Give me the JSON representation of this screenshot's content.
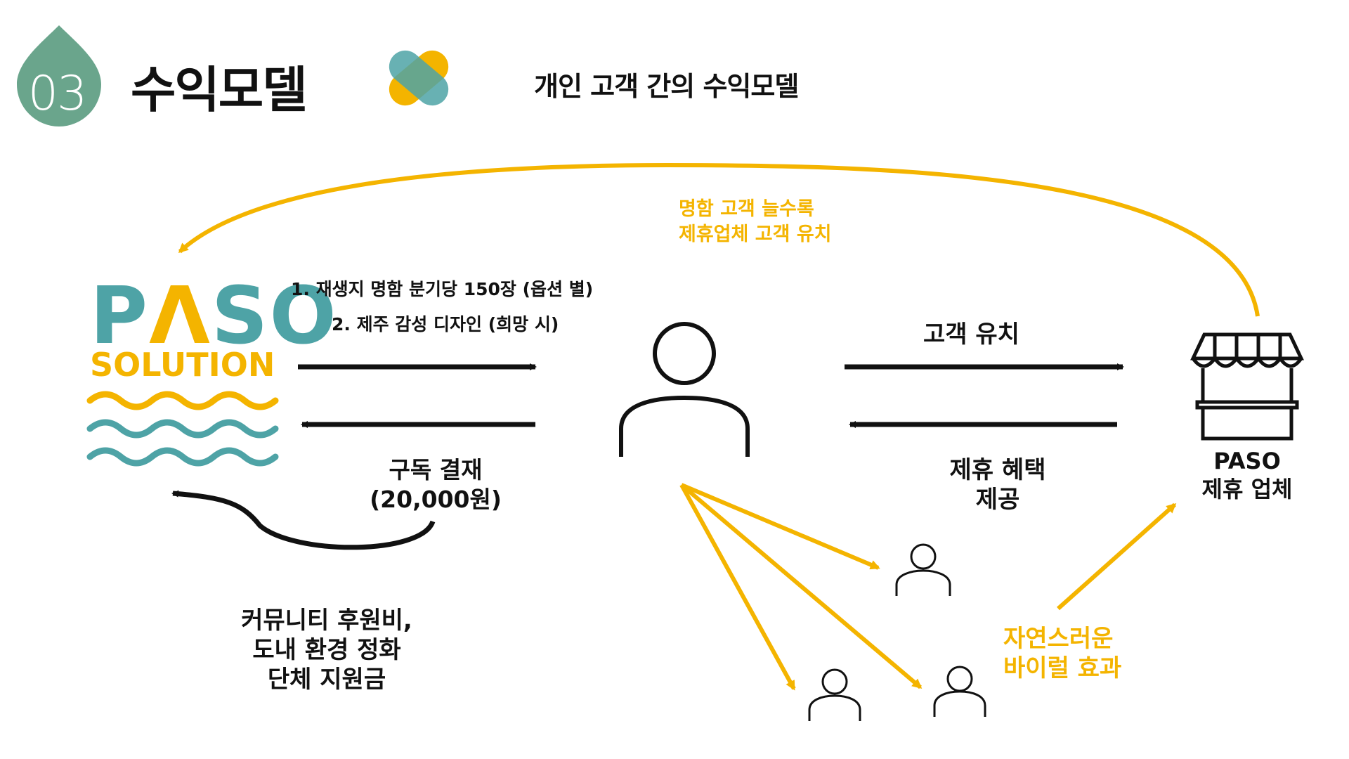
{
  "header": {
    "section_number": "03",
    "title": "수익모델",
    "subtitle": "개인 고객 간의 수익모델"
  },
  "logo": {
    "paso_p": "P",
    "paso_a": "Λ",
    "paso_so": "SO",
    "solution": "SOLUTION"
  },
  "labels": {
    "top_arc_line1": "명함 고객 늘수록",
    "top_arc_line2": "제휴업체 고객 유치",
    "offer_line1": "1. 재생지 명함 분기당 150장 (옵션 별)",
    "offer_line2": "2. 제주 감성 디자인 (희망 시)",
    "payment_line1": "구독 결재",
    "payment_line2": "(20,000원)",
    "support_line1": "커뮤니티 후원비,",
    "support_line2": "도내 환경 정화",
    "support_line3": "단체 지원금",
    "attract": "고객 유치",
    "benefit_line1": "제휴 혜택",
    "benefit_line2": "제공",
    "partner_line1": "PASO",
    "partner_line2": "제휴 업체",
    "viral_line1": "자연스러운",
    "viral_line2": "바이럴 효과"
  },
  "colors": {
    "accent_orange": "#f4b400",
    "teal": "#4ea3a6",
    "badge_green": "#6aa58c",
    "black": "#111111"
  }
}
